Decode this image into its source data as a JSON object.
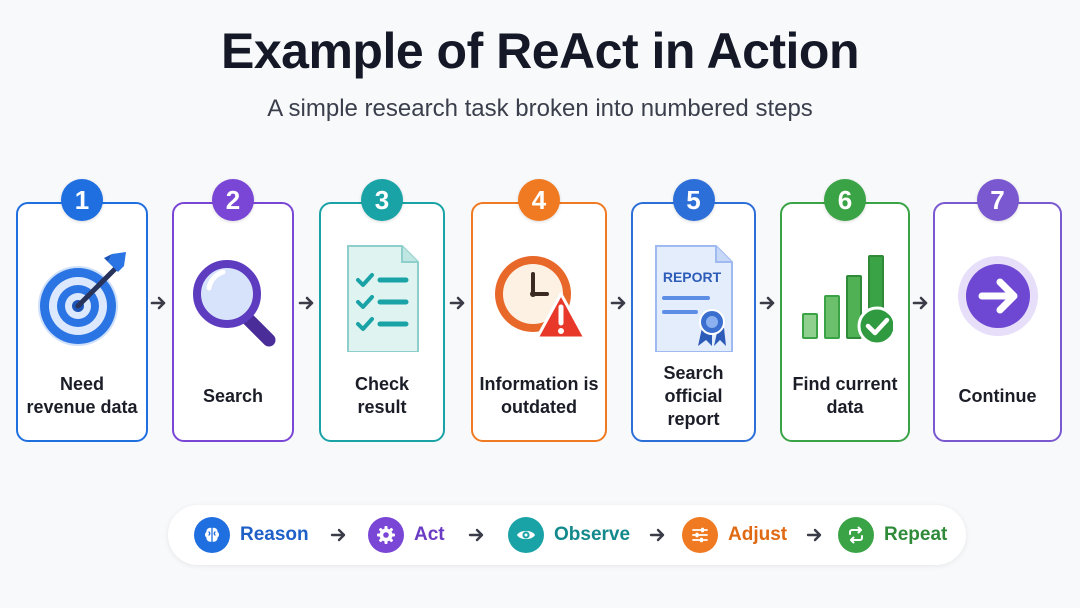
{
  "header": {
    "title": "Example of ReAct in Action",
    "subtitle": "A simple research task broken into numbered steps"
  },
  "steps": [
    {
      "number": "1",
      "label": "Need\nrevenue data",
      "color": "#1f6fe0",
      "icon": "target-icon"
    },
    {
      "number": "2",
      "label": "Search",
      "color": "#7a46d6",
      "icon": "magnifier-icon"
    },
    {
      "number": "3",
      "label": "Check\nresult",
      "color": "#1aa3a6",
      "icon": "checklist-icon"
    },
    {
      "number": "4",
      "label": "Information is\noutdated",
      "color": "#f07a22",
      "icon": "clock-warning-icon"
    },
    {
      "number": "5",
      "label": "Search\nofficial report",
      "color": "#2d6fd8",
      "icon": "report-icon"
    },
    {
      "number": "6",
      "label": "Find current\ndata",
      "color": "#3aa346",
      "icon": "bar-chart-check-icon"
    },
    {
      "number": "7",
      "label": "Continue",
      "color": "#7a58d0",
      "icon": "arrow-circle-icon"
    }
  ],
  "report_icon_text": "REPORT",
  "cycle": [
    {
      "label": "Reason",
      "color": "#1f6fe0",
      "icon": "brain-icon"
    },
    {
      "label": "Act",
      "color": "#7a46d6",
      "icon": "gear-icon"
    },
    {
      "label": "Observe",
      "color": "#1aa3a6",
      "icon": "eye-icon"
    },
    {
      "label": "Adjust",
      "color": "#f07a22",
      "icon": "sliders-icon"
    },
    {
      "label": "Repeat",
      "color": "#3aa346",
      "icon": "repeat-icon"
    }
  ]
}
